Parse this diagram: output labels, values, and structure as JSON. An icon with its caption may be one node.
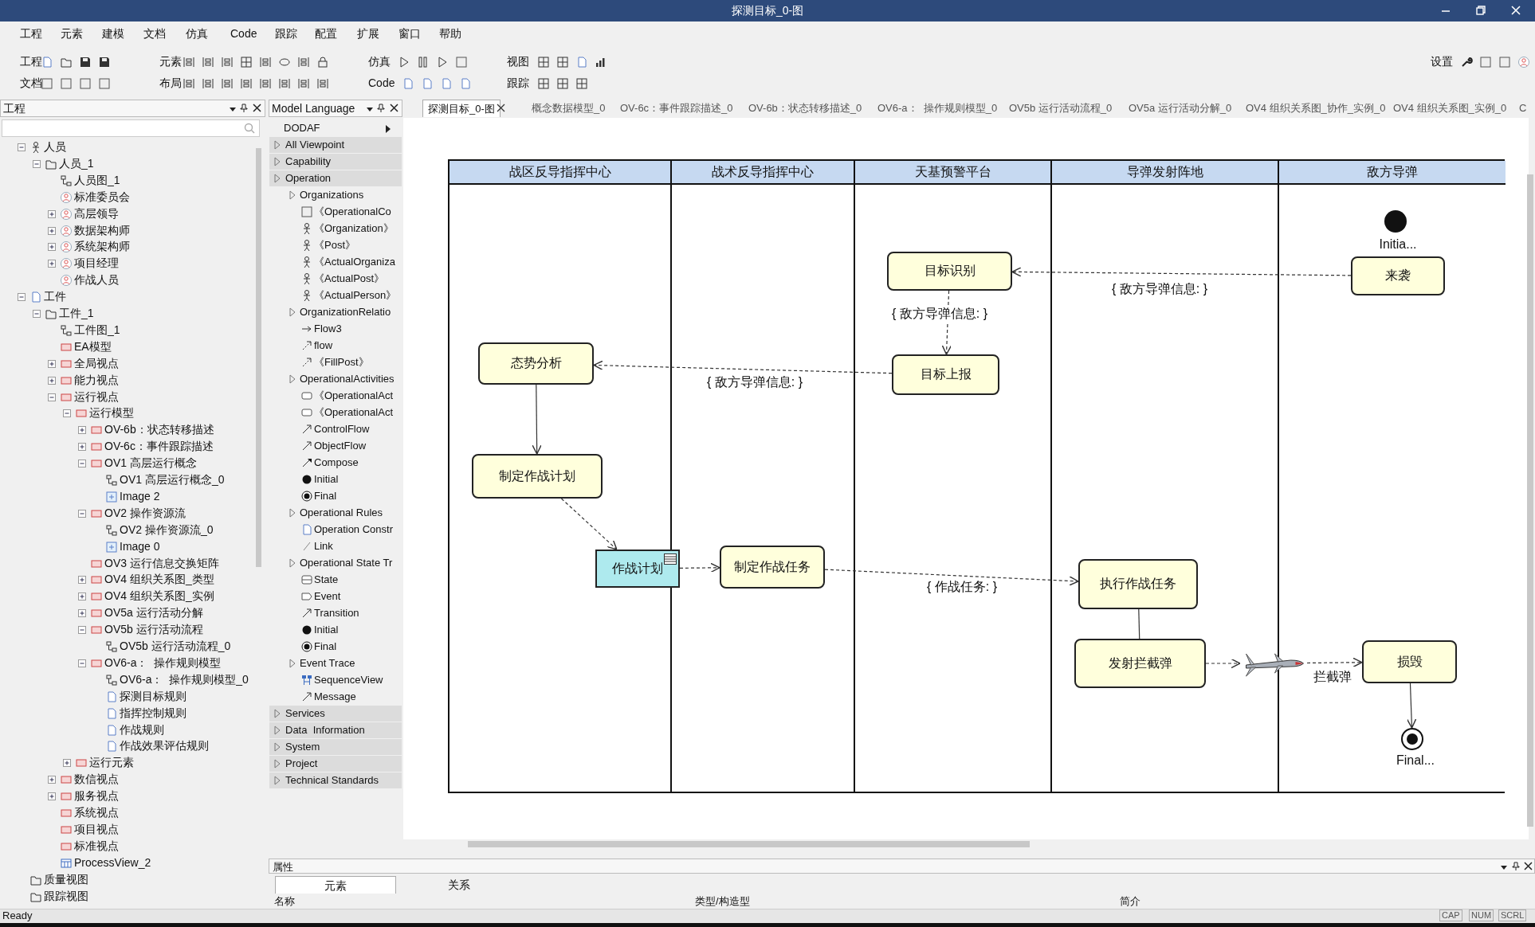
{
  "diagram": {
    "nodes": [
      {
        "text": [
          "战区反导指挥中心"
        ]
      },
      {
        "text": [
          "战术反导指挥中心"
        ]
      },
      {
        "text": [
          "天基预警平台"
        ]
      },
      {
        "text": [
          "导弹发射阵地"
        ]
      },
      {
        "text": [
          "敌方导弹"
        ]
      },
      {
        "text": [],
        "shape": "circle",
        "in": 4,
        "beside": [
          "Initia..."
        ]
      },
      {
        "text": [
          "来袭"
        ],
        "in": 4
      },
      {
        "text": [
          "目标识别"
        ],
        "in": 2
      },
      {
        "text": [
          "目标上报"
        ],
        "in": 2
      },
      {
        "text": [
          "态势分析"
        ],
        "in": 0
      },
      {
        "text": [
          "制定作战计划"
        ],
        "in": 0
      },
      {
        "text": [
          "作战计划"
        ]
      },
      {
        "text": [
          "制定作战任务"
        ],
        "in": 1
      },
      {
        "text": [
          "执行作战任务"
        ],
        "in": 3
      },
      {
        "text": [
          "发射拦截弹"
        ],
        "in": 3
      },
      {
        "text": [],
        "shape": "picture",
        "beside": [
          "拦截弹"
        ]
      },
      {
        "text": [
          "损毁"
        ],
        "in": 4
      },
      {
        "text": [],
        "shape": "circle",
        "in": 4,
        "beside": [
          "Final..."
        ]
      }
    ],
    "edges": [
      {
        "from": 6,
        "to": 7,
        "arrow": "to",
        "style": "dashed",
        "label": "{ 敌方导弹信息: }"
      },
      {
        "from": 7,
        "to": 8,
        "arrow": "to",
        "style": "dashed",
        "label": "{ 敌方导弹信息: }"
      },
      {
        "from": 8,
        "to": 9,
        "arrow": "to",
        "style": "dashed",
        "label": "{ 敌方导弹信息: }"
      },
      {
        "from": 9,
        "to": 10,
        "arrow": "to"
      },
      {
        "from": 10,
        "to": 11,
        "arrow": "to",
        "style": "dashed"
      },
      {
        "from": 11,
        "to": 12,
        "arrow": "to",
        "style": "dashed"
      },
      {
        "from": 12,
        "to": 13,
        "arrow": "to",
        "style": "dashed",
        "label": "{ 作战任务: }"
      },
      {
        "from": 13,
        "to": 14,
        "arrow": "none"
      },
      {
        "from": 14,
        "to": 15,
        "arrow": "to",
        "style": "dashed"
      },
      {
        "from": 15,
        "to": 16,
        "arrow": "to",
        "style": "dashed"
      },
      {
        "from": 16,
        "to": 17,
        "arrow": "to"
      }
    ],
    "labels": [
      "探测目标_0-图",
      "工程",
      "元素",
      "建模",
      "文档",
      "仿真",
      "Code",
      "跟踪",
      "配置",
      "扩展",
      "窗口",
      "帮助",
      "工程",
      "文档",
      "元素",
      "布局",
      "仿真",
      "Code",
      "视图",
      "跟踪",
      "设置",
      "工程",
      "Model Language",
      "探测目标_0-图",
      "概念数据模型_0",
      "OV-6c：事件跟踪描述_0",
      "OV-6b：状态转移描述_0",
      "OV6-a：  操作规则模型_0",
      "OV5b 运行活动流程_0",
      "OV5a 运行活动分解_0",
      "OV4 组织关系图_协作_实例_0",
      "OV4 组织关系图_实例_0",
      "C",
      "人员",
      "人员_1",
      "人员图_1",
      "标准委员会",
      "高层领导",
      "数据架构师",
      "系统架构师",
      "项目经理",
      "作战人员",
      "工件",
      "工件_1",
      "工件图_1",
      "EA模型",
      "全局视点",
      "能力视点",
      "运行视点",
      "运行模型",
      "OV-6b：状态转移描述",
      "OV-6c：事件跟踪描述",
      "OV1 高层运行概念",
      "OV1 高层运行概念_0",
      "Image 2",
      "OV2 操作资源流",
      "OV2 操作资源流_0",
      "Image 0",
      "OV3 运行信息交换矩阵",
      "OV4 组织关系图_类型",
      "OV4 组织关系图_实例",
      "OV5a 运行活动分解",
      "OV5b 运行活动流程",
      "OV5b 运行活动流程_0",
      "OV6-a：  操作规则模型",
      "OV6-a：  操作规则模型_0",
      "探测目标规则",
      "指挥控制规则",
      "作战规则",
      "作战效果评估规则",
      "运行元素",
      "数信视点",
      "服务视点",
      "系统视点",
      "项目视点",
      "标准视点",
      "ProcessView_2",
      "质量视图",
      "跟踪视图",
      "DODAF",
      "All Viewpoint",
      "Capability",
      "Operation",
      "Organizations",
      "《OperationalCo",
      "《Organization》",
      "《Post》",
      "《ActualOrganiza",
      "《ActualPost》",
      "《ActualPerson》",
      "OrganizationRelatio",
      "Flow3",
      "flow",
      "《FillPost》",
      "OperationalActivities",
      "《OperationalAct",
      "《OperationalAct",
      "ControlFlow",
      "ObjectFlow",
      "Compose",
      "Initial",
      "Final",
      "Operational Rules",
      "Operation Constr",
      "Link",
      "Operational State Tr",
      "State",
      "Event",
      "Transition",
      "Initial",
      "Final",
      "Event Trace",
      "SequenceView",
      "Message",
      "Services",
      "Data  Information",
      "System",
      "Project",
      "Technical Standards",
      "属性",
      "元素",
      "关系",
      "名称",
      "类型/构造型",
      "简介",
      "Ready",
      "CAP",
      "NUM",
      "SCRL"
    ]
  }
}
